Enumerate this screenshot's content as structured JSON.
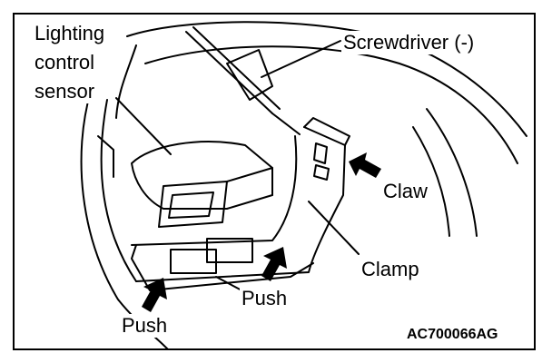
{
  "labels": {
    "sensor": [
      "Lighting",
      "control",
      "sensor"
    ],
    "screwdriver": "Screwdriver (-)",
    "claw": "Claw",
    "clamp": "Clamp",
    "push_right": "Push",
    "push_left": "Push"
  },
  "figure_code": "AC700066AG",
  "colors": {
    "line": "#000000",
    "background": "#ffffff",
    "arrow_fill": "#000000"
  }
}
